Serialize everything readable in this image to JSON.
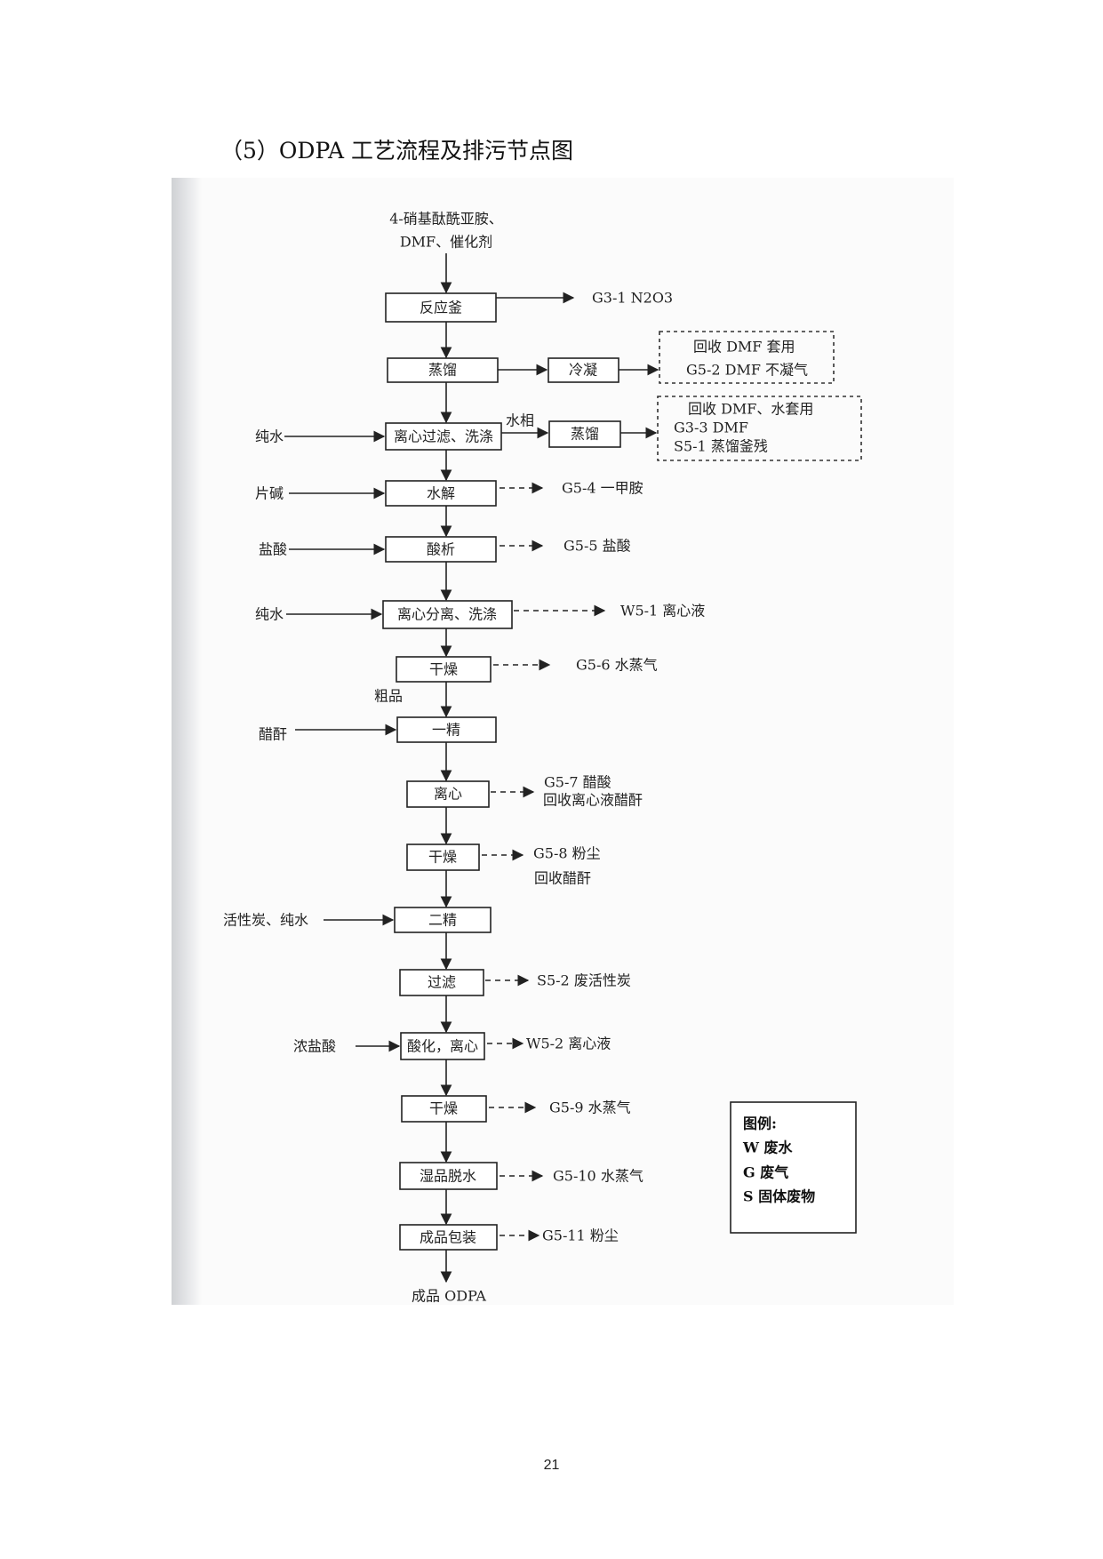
{
  "page": {
    "title": "（5）ODPA 工艺流程及排污节点图",
    "page_number": "21"
  },
  "diagram": {
    "top_input": {
      "line1": "4-硝基酞酰亚胺、",
      "line2": "DMF、催化剂"
    },
    "steps": [
      {
        "label": "反应釜"
      },
      {
        "label": "蒸馏"
      },
      {
        "label": "离心过滤、洗涤"
      },
      {
        "label": "水解"
      },
      {
        "label": "酸析"
      },
      {
        "label": "离心分离、洗涤"
      },
      {
        "label": "干燥"
      },
      {
        "label": "一精"
      },
      {
        "label": "离心"
      },
      {
        "label": "干燥"
      },
      {
        "label": "二精"
      },
      {
        "label": "过滤"
      },
      {
        "label": "酸化，离心"
      },
      {
        "label": "干燥"
      },
      {
        "label": "湿品脱水"
      },
      {
        "label": "成品包装"
      }
    ],
    "inputs": [
      {
        "label": "纯水"
      },
      {
        "label": "片碱"
      },
      {
        "label": "盐酸"
      },
      {
        "label": "纯水"
      },
      {
        "label": "醋酐"
      },
      {
        "label": "活性炭、纯水"
      },
      {
        "label": "浓盐酸"
      }
    ],
    "side_units": [
      {
        "label": "冷凝"
      },
      {
        "label": "蒸馏"
      }
    ],
    "water_phase_label": "水相",
    "crude_label": "粗品",
    "recovery_boxes": [
      {
        "lines": [
          "回收 DMF 套用",
          "G5-2 DMF 不凝气"
        ]
      },
      {
        "lines": [
          "回收 DMF、水套用",
          "G3-3 DMF",
          "S5-1 蒸馏釜残"
        ]
      }
    ],
    "emissions": [
      {
        "text": "G3-1  N2O3"
      },
      {
        "text": "G5-4 一甲胺"
      },
      {
        "text": "G5-5 盐酸"
      },
      {
        "text": "W5-1 离心液"
      },
      {
        "text": "G5-6 水蒸气"
      },
      {
        "text": "G5-7 醋酸",
        "text2": "回收离心液醋酐"
      },
      {
        "text": "G5-8 粉尘",
        "text2": "回收醋酐"
      },
      {
        "text": "S5-2 废活性炭"
      },
      {
        "text": "W5-2 离心液"
      },
      {
        "text": "G5-9 水蒸气"
      },
      {
        "text": "G5-10 水蒸气"
      },
      {
        "text": "G5-11 粉尘"
      }
    ],
    "final_product": "成品 ODPA",
    "legend": {
      "title": "图例:",
      "items": [
        "W  废水",
        "G  废气",
        "S  固体废物"
      ]
    }
  }
}
